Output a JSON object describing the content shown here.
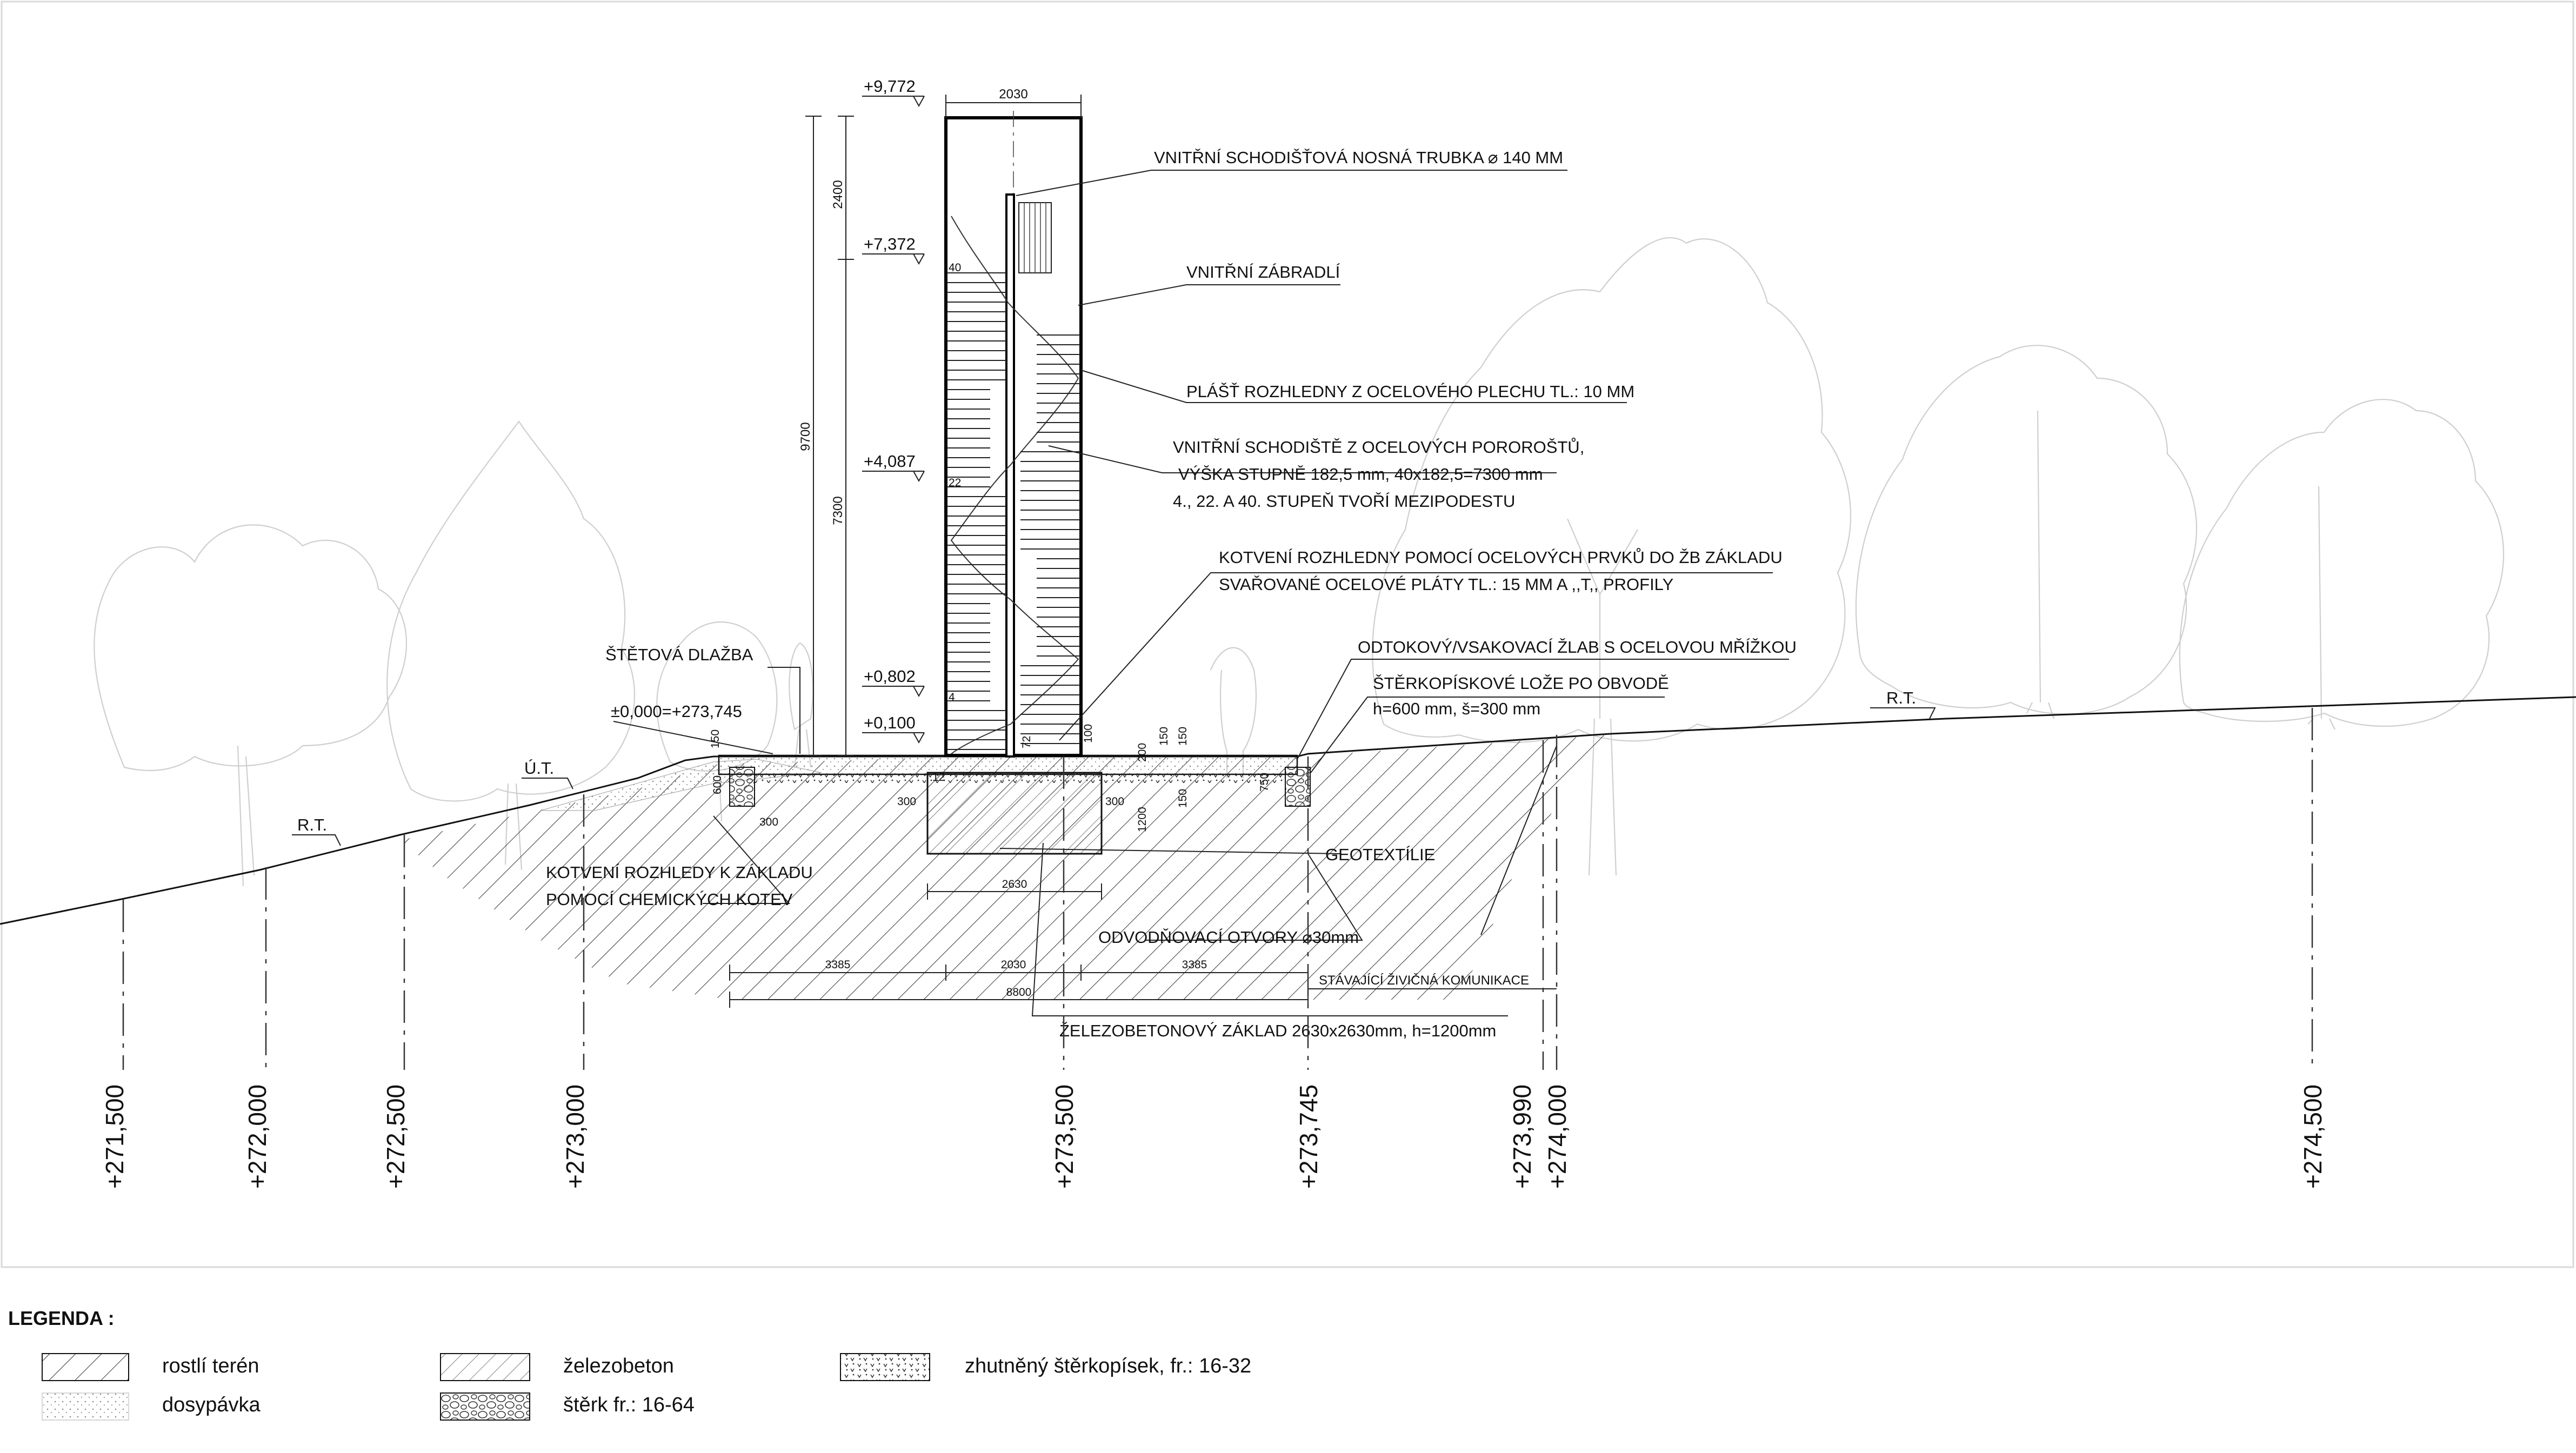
{
  "tower": {
    "width_label": "2030",
    "levels": [
      "+9,772",
      "+7,372",
      "+4,087",
      "+0,802",
      "+0,100"
    ],
    "total_height": "9700",
    "top_segment": "2400",
    "stair_height": "7300",
    "step_marks": [
      "40",
      "22",
      "4"
    ]
  },
  "notes": {
    "tube": "VNITŘNÍ SCHODIŠŤOVÁ NOSNÁ TRUBKA ⌀ 140 MM",
    "railing": "VNITŘNÍ ZÁBRADLÍ",
    "shell": "PLÁŠŤ ROZHLEDNY Z OCELOVÉHO PLECHU TL.: 10 MM",
    "stair_1": "VNITŘNÍ SCHODIŠTĚ Z OCELOVÝCH POROROŠTŮ,",
    "stair_2": "VÝŠKA STUPNĚ 182,5 mm, 40x182,5=7300 mm",
    "stair_3": "4., 22. A 40. STUPEŇ TVOŘÍ MEZIPODESTU",
    "anchor_1": "KOTVENÍ ROZHLEDNY POMOCÍ OCELOVÝCH PRVKŮ DO ŽB ZÁKLADU",
    "anchor_2": "SVAŘOVANÉ OCELOVÉ PLÁTY TL.: 15 MM A ,,T,, PROFILY",
    "drain": "ODTOKOVÝ/VSAKOVACÍ ŽLAB S OCELOVOU MŘÍŽKOU",
    "gravel_1": "ŠTĚRKOPÍSKOVÉ LOŽE PO OBVODĚ",
    "gravel_2": "h=600 mm, š=300 mm",
    "paving": "ŠTĚTOVÁ DLAŽBA",
    "datum": "±0,000=+273,745",
    "ut": "Ú.T.",
    "rt_left": "R.T.",
    "rt_right": "R.T.",
    "chem_1": "KOTVENÍ ROZHLEDY K ZÁKLADU",
    "chem_2": "POMOCÍ CHEMICKÝCH KOTEV",
    "geotextile": "GEOTEXTÍLIE",
    "holes": "ODVODŇOVACÍ OTVORY ⌀30mm",
    "road": "STÁVAJÍCÍ ŽIVIČNÁ KOMUNIKACE",
    "foundation": "ŽELEZOBETONOVÝ ZÁKLAD 2630x2630mm, h=1200mm"
  },
  "dims": {
    "d150_left": "150",
    "d600_left": "600",
    "d300_a": "300",
    "d300_b": "300",
    "d300_c": "300",
    "d72": "72",
    "d100": "100",
    "d12": "12",
    "d200": "200",
    "d150_mid": "150",
    "d150_right": "150",
    "d150_low": "150",
    "d1200": "1200",
    "d750": "750",
    "d2630": "2630",
    "d3385_left": "3385",
    "d2030": "2030",
    "d3385_right": "3385",
    "d8800": "8800"
  },
  "chainage": [
    "+271,500",
    "+272,000",
    "+272,500",
    "+273,000",
    "+273,500",
    "+273,745",
    "+273,990",
    "+274,000",
    "+274,500"
  ],
  "legend": {
    "title": "LEGENDA :",
    "items": [
      {
        "label": "rostlí terén",
        "pattern": "hatch-diagonal"
      },
      {
        "label": "dosypávka",
        "pattern": "dots"
      },
      {
        "label": "železobeton",
        "pattern": "hatch-light"
      },
      {
        "label": "štěrk fr.: 16-64",
        "pattern": "pebbles"
      },
      {
        "label": "zhutněný štěrkopísek, fr.: 16-32",
        "pattern": "dotted-v"
      }
    ]
  },
  "colors": {
    "line": "#111111",
    "trees": "#cfcfcf",
    "frame": "#d9d9d9"
  }
}
